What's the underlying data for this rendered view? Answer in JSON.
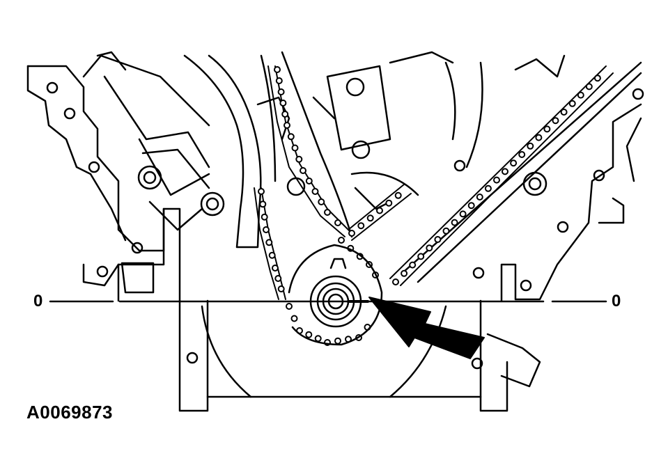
{
  "labels": {
    "left_mark": "0",
    "right_mark": "0",
    "figure_id": "A0069873"
  },
  "colors": {
    "line": "#000000",
    "fill": "#ffffff"
  }
}
